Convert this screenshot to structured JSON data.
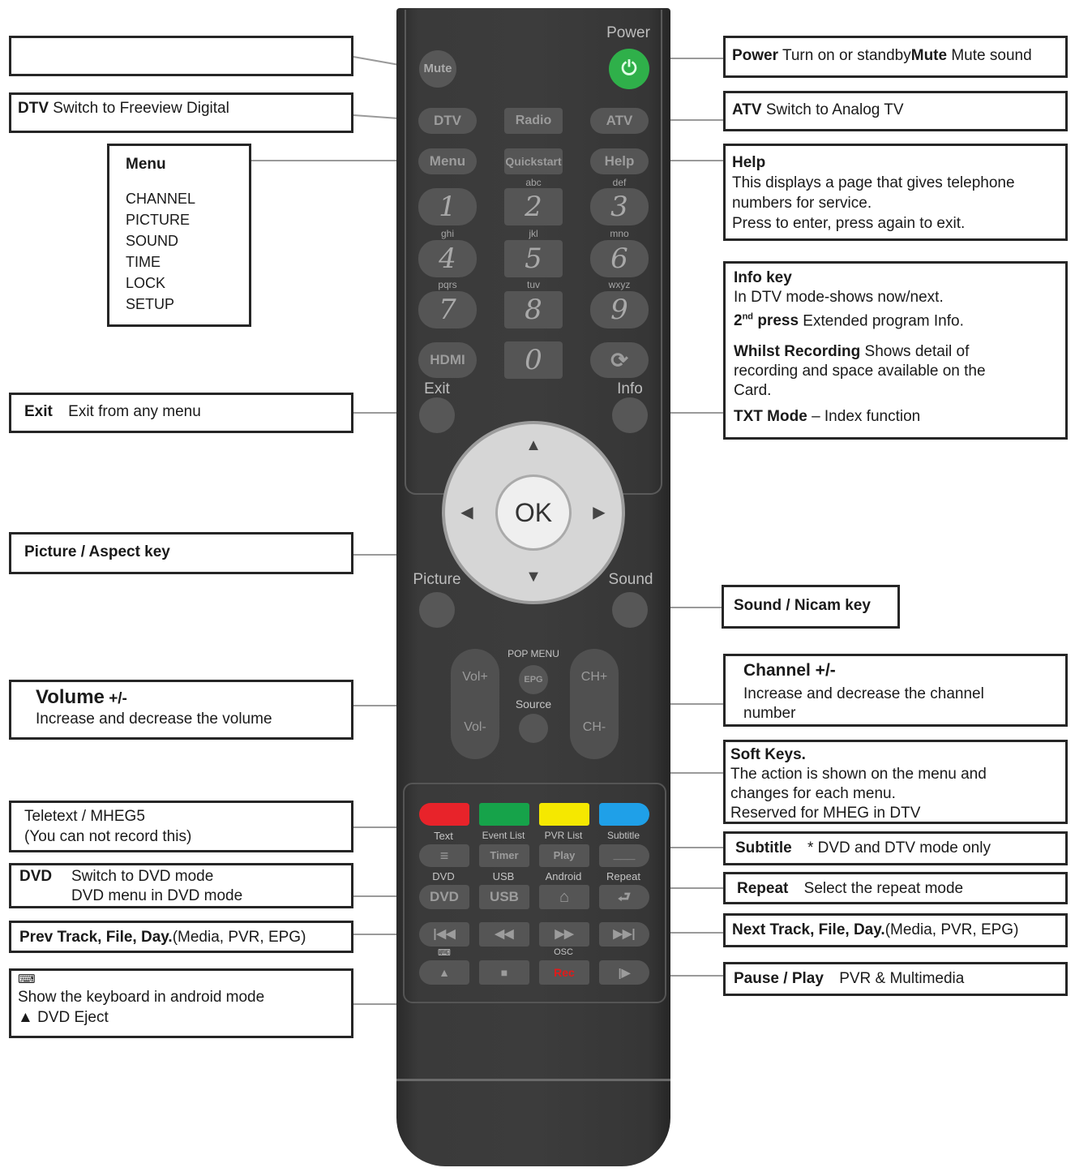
{
  "remote": {
    "power_label": "Power",
    "mute": "Mute",
    "row_source": [
      "DTV",
      "Radio",
      "ATV"
    ],
    "row_menu": [
      "Menu",
      "Quickstart",
      "Help"
    ],
    "digits": [
      {
        "digit": "1",
        "letters": ""
      },
      {
        "digit": "2",
        "letters": "abc"
      },
      {
        "digit": "3",
        "letters": "def"
      },
      {
        "digit": "4",
        "letters": "ghi"
      },
      {
        "digit": "5",
        "letters": "jkl"
      },
      {
        "digit": "6",
        "letters": "mno"
      },
      {
        "digit": "7",
        "letters": "pqrs"
      },
      {
        "digit": "8",
        "letters": "tuv"
      },
      {
        "digit": "9",
        "letters": "wxyz"
      }
    ],
    "hdmi": "HDMI",
    "zero": "0",
    "exit": "Exit",
    "info": "Info",
    "ok": "OK",
    "picture": "Picture",
    "sound": "Sound",
    "pop_menu": "POP MENU",
    "epg": "EPG",
    "source": "Source",
    "vol_plus": "Vol+",
    "vol_minus": "Vol-",
    "ch_plus": "CH+",
    "ch_minus": "CH-",
    "soft_labels": [
      "Text",
      "Event List",
      "PVR List",
      "Subtitle"
    ],
    "soft_colors": [
      "#e8232a",
      "#16a34a",
      "#f5e800",
      "#1fa0e8"
    ],
    "timer": "Timer",
    "play": "Play",
    "row_labels": [
      "DVD",
      "USB",
      "Android",
      "Repeat"
    ],
    "dvd_key": "DVD",
    "usb_key": "USB",
    "osc": "OSC",
    "rec": "Rec",
    "power_color": "#2fb04a",
    "rec_color": "#e11a1a"
  },
  "callouts": {
    "mute_box": "",
    "dtv": {
      "key": "DTV",
      "desc": "Switch to Freeview Digital"
    },
    "menu": {
      "title": "Menu",
      "items": [
        "CHANNEL",
        "PICTURE",
        "SOUND",
        "TIME",
        "LOCK",
        "SETUP"
      ]
    },
    "exit": {
      "key": "Exit",
      "desc": "Exit from any menu"
    },
    "picture": "Picture / Aspect key",
    "volume": {
      "title": "Volume",
      "suffix": "+/-",
      "desc": "Increase and decrease the volume"
    },
    "teletext": {
      "line1": "Teletext / MHEG5",
      "line2": "(You can not record this)"
    },
    "dvd": {
      "key": "DVD",
      "line1": "Switch to DVD mode",
      "line2": "DVD menu in DVD mode"
    },
    "prev": {
      "key": "Prev Track, File, Day.",
      "desc": "(Media, PVR, EPG)"
    },
    "keyboard": {
      "line1": "Show the keyboard in android mode",
      "line2": "DVD Eject"
    },
    "power": {
      "key": "Power",
      "desc": "Turn on or standby",
      "key2": "Mute",
      "desc2": "Mute sound"
    },
    "atv": {
      "key": "ATV",
      "desc": "Switch to Analog TV"
    },
    "help": {
      "title": "Help",
      "line1": "This displays a page that gives telephone",
      "line2": "numbers for service.",
      "line3": "Press to enter, press again to exit."
    },
    "info": {
      "title": "Info key",
      "line1": "In DTV mode-shows now/next.",
      "press_num": "2",
      "press_sup": "nd",
      "press_word": "press",
      "line2": "Extended program Info.",
      "rec_key": "Whilst  Recording",
      "rec_desc": "Shows detail of",
      "line3": "recording and space available on the",
      "line4": "Card.",
      "txt_key": "TXT Mode",
      "txt_desc": "– Index function"
    },
    "sound": "Sound / Nicam key",
    "channel": {
      "title": "Channel +/-",
      "line1": "Increase and decrease the channel",
      "line2": "number"
    },
    "soft": {
      "title": "Soft Keys.",
      "line1": "The action is shown on the menu and",
      "line2": "changes for each menu.",
      "line3": "Reserved for MHEG in DTV"
    },
    "subtitle": {
      "key": "Subtitle",
      "desc": "*  DVD and DTV mode only"
    },
    "repeat": {
      "key": "Repeat",
      "desc": "Select the repeat mode"
    },
    "next": {
      "key": "Next Track, File, Day.",
      "desc": "(Media, PVR, EPG)"
    },
    "pause": {
      "key": "Pause / Play",
      "desc": "PVR & Multimedia"
    }
  }
}
